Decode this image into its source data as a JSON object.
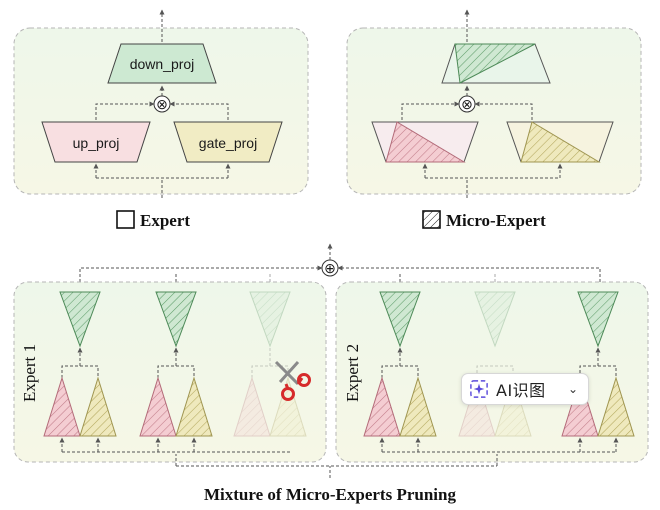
{
  "top_left": {
    "caption": "Expert",
    "down_proj": "down_proj",
    "up_proj": "up_proj",
    "gate_proj": "gate_proj",
    "multiply_symbol": "⊗"
  },
  "top_right": {
    "caption": "Micro-Expert",
    "multiply_symbol": "⊗"
  },
  "bottom": {
    "caption": "Mixture of Micro-Experts Pruning",
    "sum_symbol": "⊕",
    "expert1_label": "Expert 1",
    "expert2_label": "Expert 2",
    "scissors_icon": "scissors-icon"
  },
  "ai_chip": {
    "label": "AI识图",
    "icon": "sparkle-icon",
    "chevron": "chevron-down-icon"
  },
  "colors": {
    "green": "#c9e6cc",
    "green_stroke": "#5c9a66",
    "pink": "#f3c6cb",
    "pink_stroke": "#c07a86",
    "yellow": "#ece6b4",
    "yellow_stroke": "#b0a65a",
    "panel_bg": "#eef6e8",
    "panel_border": "#b5b5b5",
    "arrow": "#555555"
  }
}
